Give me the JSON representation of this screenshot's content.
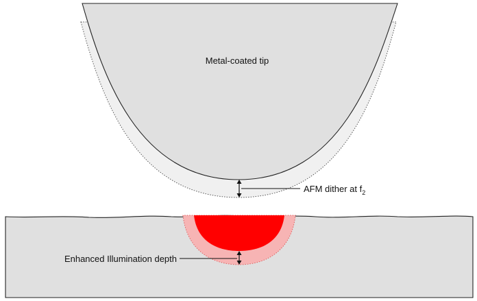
{
  "labels": {
    "tip": "Metal-coated tip",
    "dither_prefix": "AFM dither at f",
    "dither_sub": "2",
    "depth": "Enhanced Illumination depth"
  },
  "colors": {
    "tip_fill": "#e0e0e0",
    "coating_fill": "#f0f0f0",
    "sample_fill": "#e0e0e0",
    "outline": "#222222",
    "core_red": "#ff0000",
    "halo_pink": "#f7b4b4",
    "halo_outline": "#e06060",
    "background": "#ffffff"
  }
}
